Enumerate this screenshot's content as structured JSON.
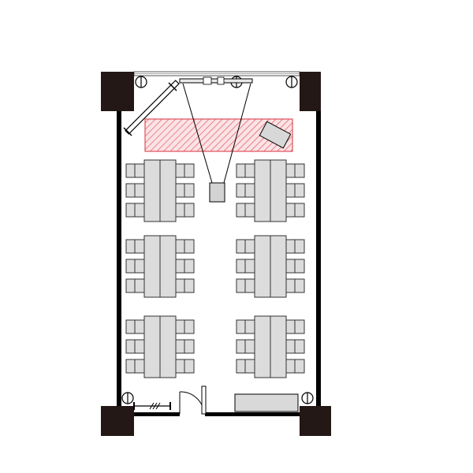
{
  "floor_plan": {
    "colors": {
      "wall": "#000000",
      "column": "#231815",
      "furniture_fill": "#dcdcdc",
      "furniture_stroke": "#333333",
      "stage_hatch": "#e0505a",
      "stage_fill": "#fbe3e5"
    },
    "layout": "classroom",
    "table_groups": 6,
    "tables_per_group": 2,
    "chairs_per_group": 12,
    "icons": [
      "downlight-icon",
      "projector-screen-icon",
      "projector-icon",
      "door-icon",
      "partition-icon"
    ]
  }
}
